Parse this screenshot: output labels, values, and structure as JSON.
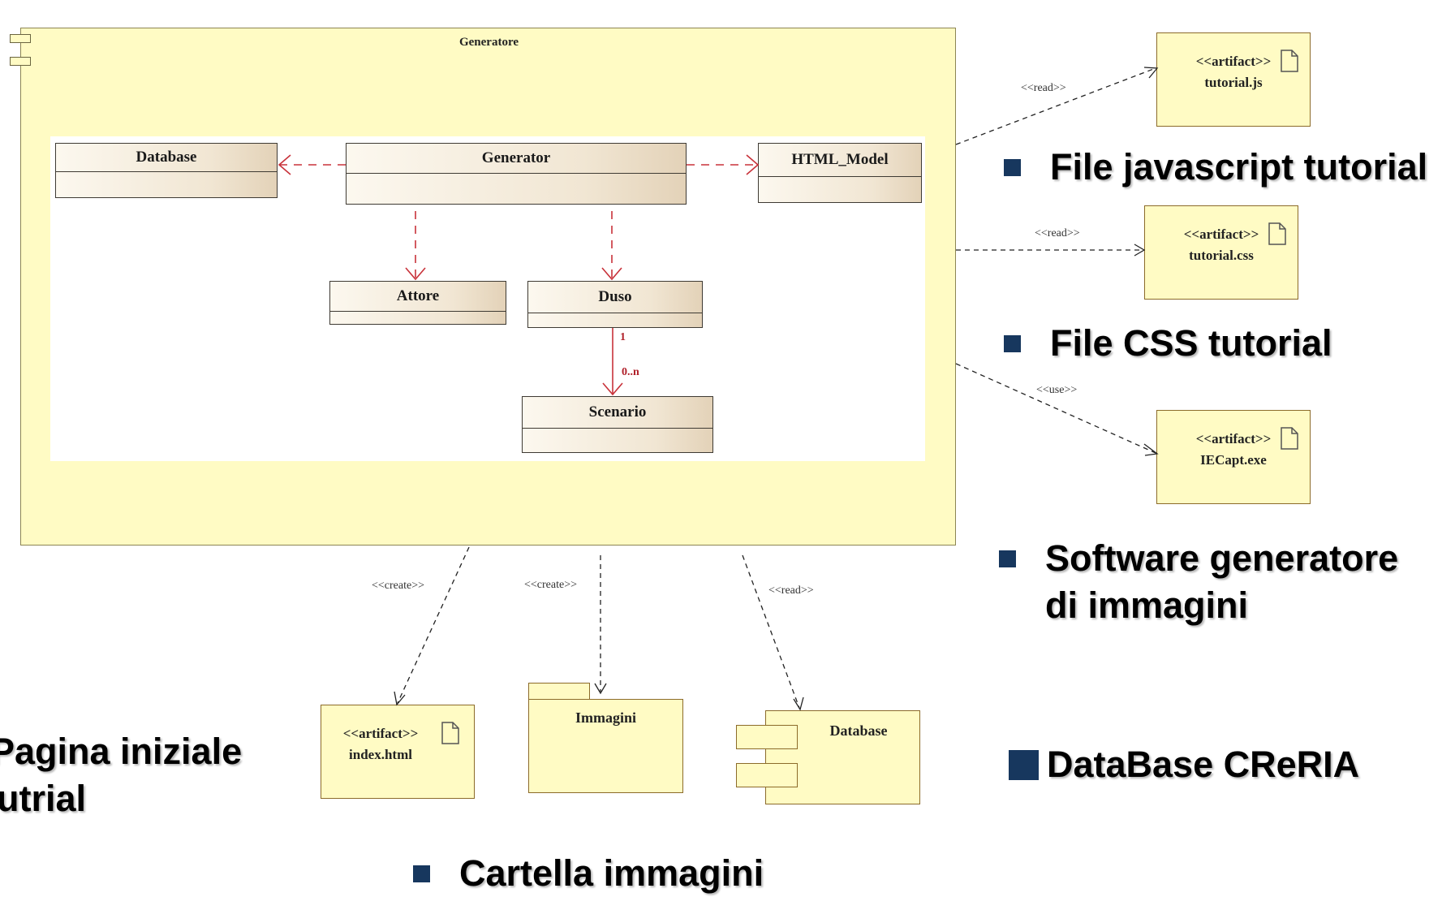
{
  "component": {
    "title": "Generatore"
  },
  "classes": {
    "database": "Database",
    "generator": "Generator",
    "html_model": "HTML_Model",
    "attore": "Attore",
    "duso": "Duso",
    "scenario": "Scenario"
  },
  "multiplicity": {
    "source": "1",
    "target": "0..n"
  },
  "artifacts": {
    "tutorial_js": {
      "stereotype": "<<artifact>>",
      "name": "tutorial.js"
    },
    "tutorial_css": {
      "stereotype": "<<artifact>>",
      "name": "tutorial.css"
    },
    "iecapt": {
      "stereotype": "<<artifact>>",
      "name": "IECapt.exe"
    },
    "index_html": {
      "stereotype": "<<artifact>>",
      "name": "index.html"
    }
  },
  "folder": {
    "name": "Immagini"
  },
  "db_component": {
    "name": "Database"
  },
  "relations": {
    "read_js": "<<read>>",
    "read_css": "<<read>>",
    "use_exe": "<<use>>",
    "create_index": "<<create>>",
    "create_images": "<<create>>",
    "read_db": "<<read>>"
  },
  "bullets": {
    "js": "File javascript tutorial",
    "css": "File CSS tutorial",
    "software_line1": "Software generatore",
    "software_line2": "di immagini",
    "database": "DataBase CReRIA",
    "pagina_line1": "Pagina iniziale",
    "pagina_line2": "utrial",
    "cartella": "Cartella immagini"
  },
  "colors": {
    "component_fill": "#fffbc4",
    "dependency_red": "#c8323a",
    "bullet_square": "#17375e"
  }
}
